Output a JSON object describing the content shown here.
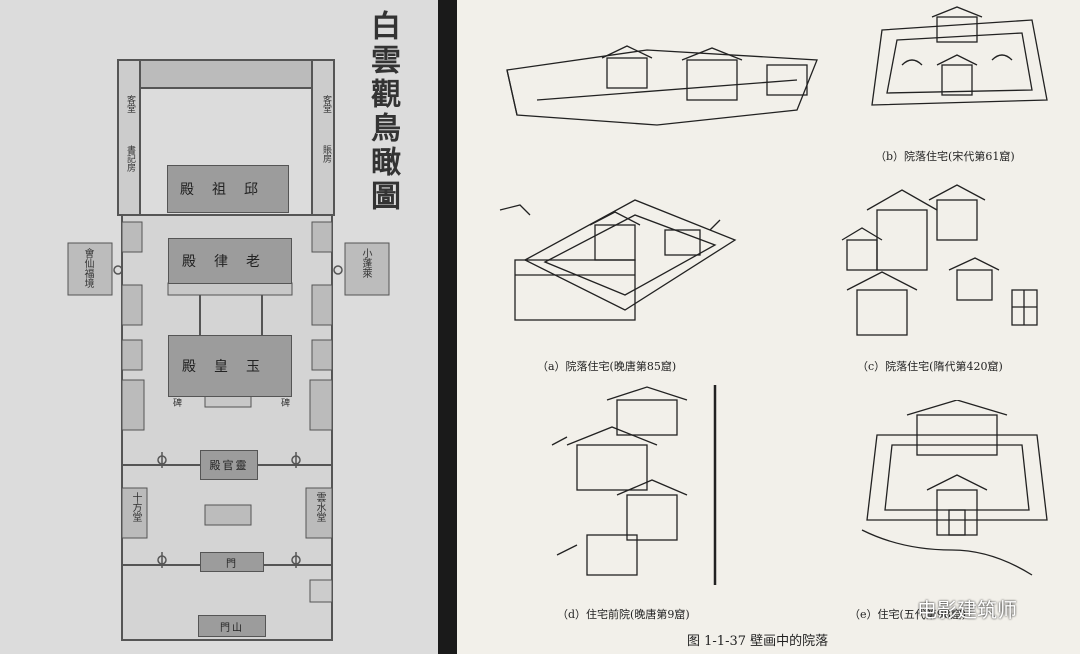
{
  "left_page": {
    "title": "白雲觀鳥瞰圖",
    "halls": {
      "qizu": "殿祖邱",
      "laolv": "殿律老",
      "yuhuang": "殿皇玉",
      "lingguan": "殿官靈",
      "door_small": "門",
      "shanmen": "門山"
    },
    "side_labels": {
      "left_1": "客堂",
      "left_2": "書記房",
      "right_1": "客堂",
      "right_2": "賬房",
      "far_left": "會仙福境",
      "far_right": "小蓬萊",
      "shifang": "十方堂",
      "yunshui": "雲水堂",
      "stele_left": "碑",
      "stele_right": "碑"
    }
  },
  "right_page": {
    "captions": {
      "a": "（a）院落住宅(晚唐第85窟)",
      "b": "（b）院落住宅(宋代第61窟)",
      "c": "（c）院落住宅(隋代第420窟)",
      "d": "（d）住宅前院(晚唐第9窟)",
      "e": "（e）住宅(五代第98窟)"
    },
    "figure_caption": "图 1-1-37    壁画中的院落",
    "watermark": "电影建筑师"
  }
}
